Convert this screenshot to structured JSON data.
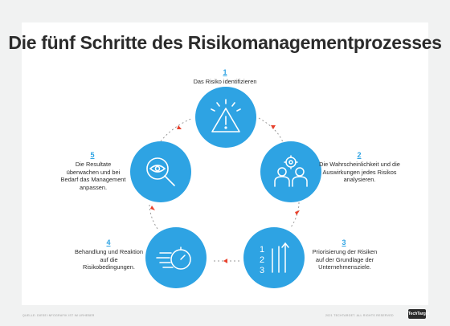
{
  "title": "Die fünf Schritte des Risikomanagementprozesses",
  "accent_color": "#2ea3e3",
  "arrow_color": "#e8412c",
  "steps": [
    {
      "number": "1",
      "label": "Das Risiko identifizieren",
      "icon": "warning-triangle-icon"
    },
    {
      "number": "2",
      "label": "Die Wahrscheinlichkeit und die Auswirkungen jedes Risikos analysieren.",
      "icon": "team-gears-icon"
    },
    {
      "number": "3",
      "label": "Priorisierung der Risiken auf der Grundlage der Unternehmensziele.",
      "icon": "priority-list-icon"
    },
    {
      "number": "4",
      "label": "Behandlung und Reaktion auf die Risikobedingungen.",
      "icon": "stopwatch-speed-icon"
    },
    {
      "number": "5",
      "label": "Die Resultate überwachen und bei Bedarf das Management anpassen.",
      "icon": "magnifier-eye-icon"
    }
  ],
  "footer": {
    "left": "QUELLE: DIESE INFOGRAFIK IST IM URHEBER",
    "right": "2021 TECHTARGET. ALL RIGHTS RESERVED",
    "brand": "TechTarget"
  }
}
